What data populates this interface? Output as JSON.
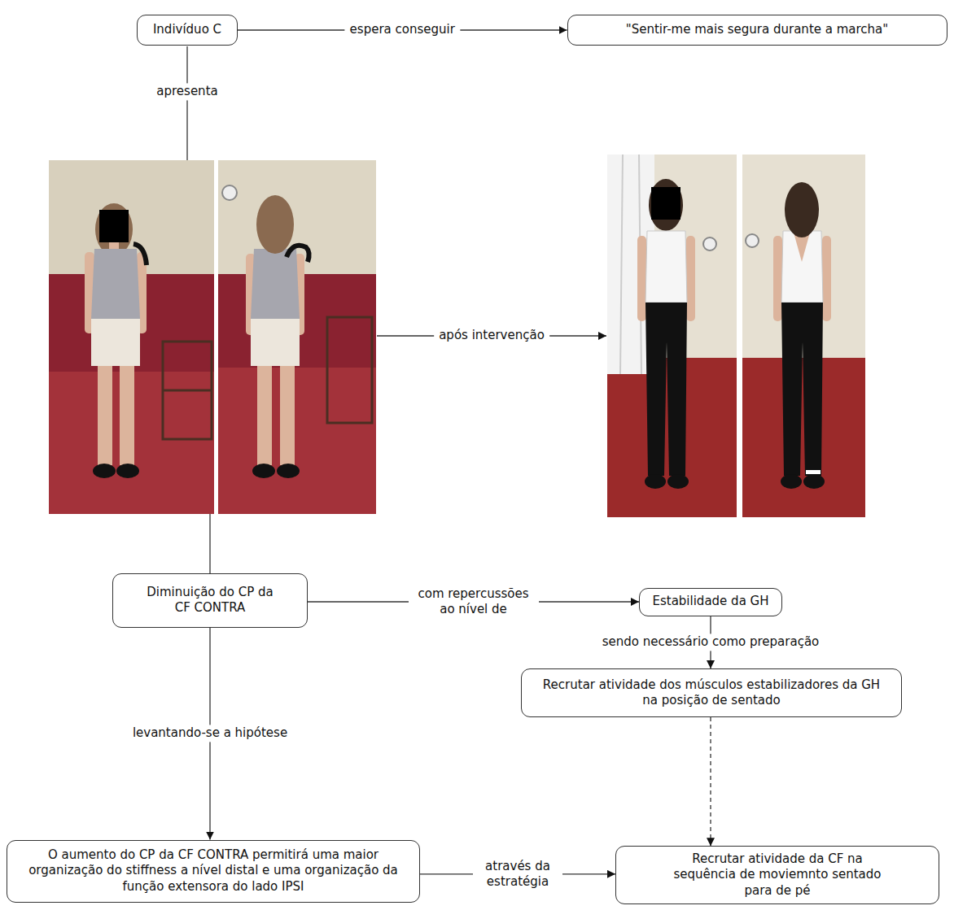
{
  "diagram": {
    "nodes": [
      {
        "text": [
          "Indivíduo C"
        ]
      },
      {
        "text": [
          "\"Sentir-me mais segura durante a marcha\""
        ]
      },
      {
        "text": [
          "Diminuição do CP da CF CONTRA"
        ]
      },
      {
        "text": [
          "Estabilidade da GH"
        ]
      },
      {
        "text": [
          "Recrutar atividade dos músculos estabilizadores da GH na posição de sentado"
        ]
      },
      {
        "text": [
          "O aumento do CP da CF CONTRA permitirá uma maior organização do stiffness a nível distal e uma organização da função extensora do lado IPSI"
        ]
      },
      {
        "text": [
          "Recrutar atividade da CF na sequência de moviemnto sentado para de pé"
        ]
      }
    ],
    "edges": [
      {
        "from": 0,
        "to": 1,
        "label": "espera conseguir",
        "arrow": "to"
      },
      {
        "from": 2,
        "to": 3,
        "label": "com repercussões ao nível de",
        "arrow": "to"
      },
      {
        "from": 3,
        "to": 4,
        "label": "sendo necessário como preparação",
        "arrow": "to"
      },
      {
        "from": 4,
        "to": 6,
        "arrow": "to"
      },
      {
        "from": 2,
        "to": 5,
        "label": "levantando-se a hipótese",
        "arrow": "to"
      },
      {
        "from": 5,
        "to": 6,
        "label": "através da estratégia",
        "arrow": "to"
      }
    ],
    "labels": [
      "apresenta",
      "após intervenção"
    ]
  }
}
